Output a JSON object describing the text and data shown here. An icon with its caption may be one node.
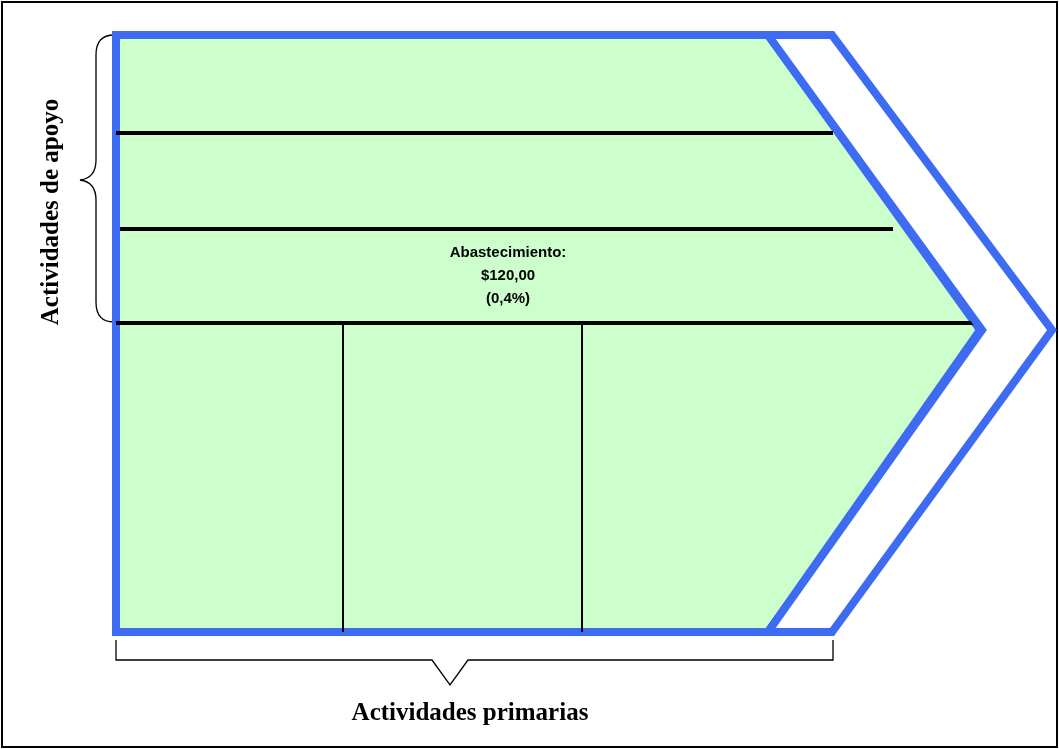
{
  "diagram": {
    "nodes": [
      {
        "text": [],
        "shape": "pentagon"
      },
      {
        "text": [
          "Abastecimiento: $120,00 (0,4%)"
        ],
        "in": 0
      },
      {
        "text": [],
        "shape": "chevron"
      }
    ],
    "edges": [],
    "labels": [
      "Actividades de apoyo",
      "Actividades primarias"
    ]
  }
}
